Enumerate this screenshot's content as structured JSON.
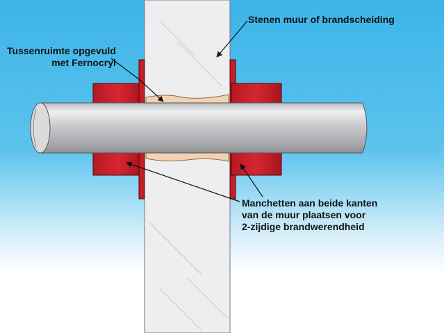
{
  "diagram": {
    "labels": {
      "wall": "Stenen muur of brandscheiding",
      "gap_line1": "Tussenruimte opgevuld",
      "gap_line2": "met Fernocryl",
      "sleeves_line1": "Manchetten aan beide kanten",
      "sleeves_line2": "van de muur plaatsen voor",
      "sleeves_line3": "2-zijdige brandwerendheid"
    },
    "colors": {
      "sky_top": "#3cb4e8",
      "sky_bottom": "#ffffff",
      "wall": "#eeeef0",
      "sleeve": "#c8202a",
      "filler": "#f2d2b2",
      "pipe": "#c0c2c4"
    }
  }
}
